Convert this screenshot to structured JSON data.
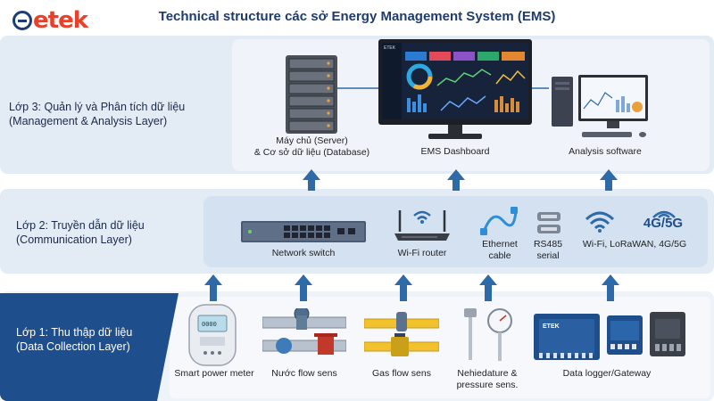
{
  "logo": "etek",
  "title": "Technical structure các sở Energy Management System (EMS)",
  "layers": {
    "l3": {
      "line1": "Lớp 3: Quản lý và Phân tích dữ liệu",
      "line2": "(Management & Analysis Layer)"
    },
    "l2": {
      "line1": "Lớp 2: Truyền dẫn dữ liệu",
      "line2": "(Communication Layer)"
    },
    "l1": {
      "line1": "Lớp 1: Thu thập dữ liệu",
      "line2": "(Data Collection Layer)"
    }
  },
  "layer3_items": {
    "server_line1": "Máy chủ (Server)",
    "server_line2": "& Cơ sở dữ liệu (Database)",
    "dashboard": "EMS Dashboard",
    "analysis": "Analysis software",
    "monitor_brand": "ETEK"
  },
  "layer2_items": {
    "switch": "Network switch",
    "router": "Wi-Fi router",
    "ethernet_line1": "Ethernet",
    "ethernet_line2": "cable",
    "rs485_line1": "RS485",
    "rs485_line2": "serial",
    "wireless": "Wi-Fi, LoRaWAN, 4G/5G",
    "wireless_badge": "4G/5G"
  },
  "layer1_items": {
    "meter": "Smart power meter",
    "water": "Nước flow sens",
    "gas": "Gas flow sens",
    "temp_line1": "Nehiedature &",
    "temp_line2": "pressure sens.",
    "logger": "Data logger/Gateway",
    "logger_brand": "ETEK"
  },
  "colors": {
    "accent": "#2f6aa8",
    "dark_band": "#1f4e8c",
    "logo": "#e8412b"
  }
}
